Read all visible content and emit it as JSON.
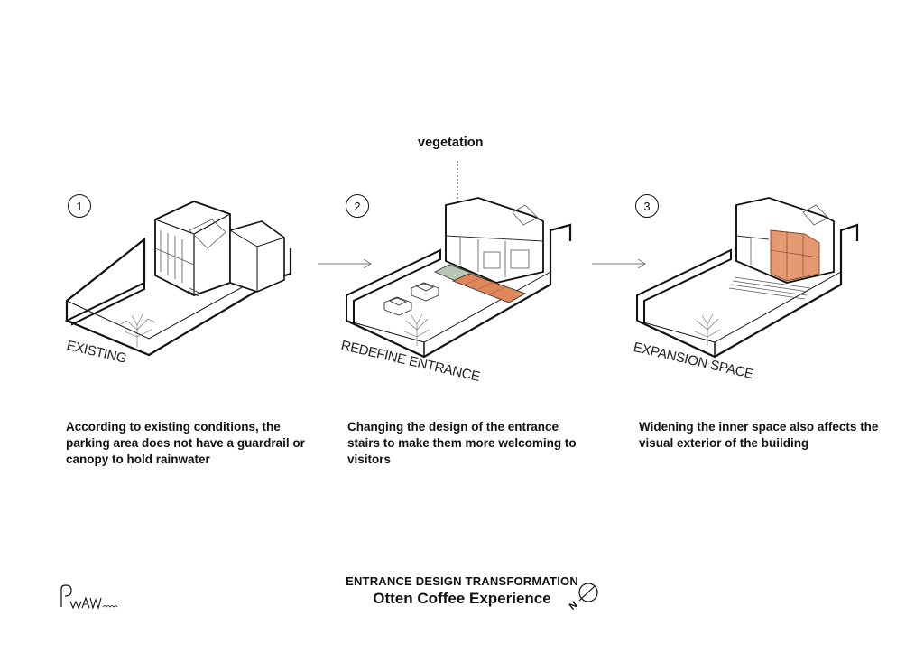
{
  "annotation": {
    "vegetation": "vegetation"
  },
  "panels": [
    {
      "number": "1",
      "label": "EXISTING",
      "caption": "According to existing conditions, the parking area does not have a guardrail or canopy to hold rainwater"
    },
    {
      "number": "2",
      "label": "REDEFINE ENTRANCE",
      "caption": "Changing the design of the entrance stairs to make them more welcoming to visitors"
    },
    {
      "number": "3",
      "label": "EXPANSION SPACE",
      "caption": "Widening the inner space also affects the visual exterior of the building"
    }
  ],
  "footer": {
    "subtitle": "ENTRANCE DESIGN TRANSFORMATION",
    "title": "Otten Coffee Experience"
  },
  "logo": {
    "text": "PwAW",
    "small": "ourspe"
  },
  "north": {
    "letter": "N"
  },
  "colors": {
    "accent_orange": "#e0875a",
    "accent_green": "#b9c8b6",
    "line": "#111111"
  }
}
